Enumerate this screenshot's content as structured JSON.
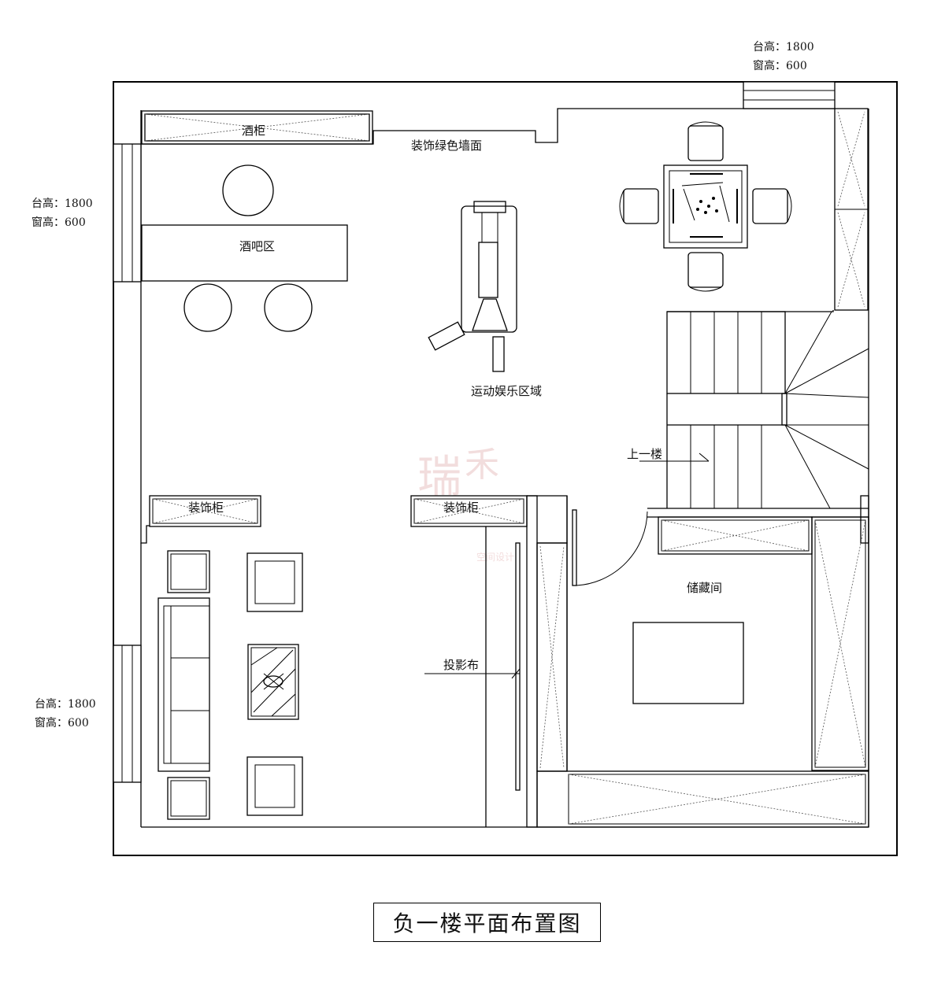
{
  "title": "负一楼平面布置图",
  "rooms": {
    "wine_cabinet": "酒柜",
    "green_wall": "装饰绿色墙面",
    "bar_area": "酒吧区",
    "sports_area": "运动娱乐区域",
    "up_stairs": "上一楼",
    "deco_cabinet_left": "装饰柜",
    "deco_cabinet_right": "装饰柜",
    "storage": "储藏间",
    "projection_screen": "投影布"
  },
  "window_notes": {
    "top_right": {
      "sill": "台高：1800",
      "window": "窗高：600"
    },
    "left_upper": {
      "sill": "台高：1800",
      "window": "窗高：600"
    },
    "left_lower": {
      "sill": "台高：1800",
      "window": "窗高：600"
    }
  },
  "watermark": {
    "line1": "瑞",
    "line2": "禾",
    "sub": "空间设计"
  }
}
